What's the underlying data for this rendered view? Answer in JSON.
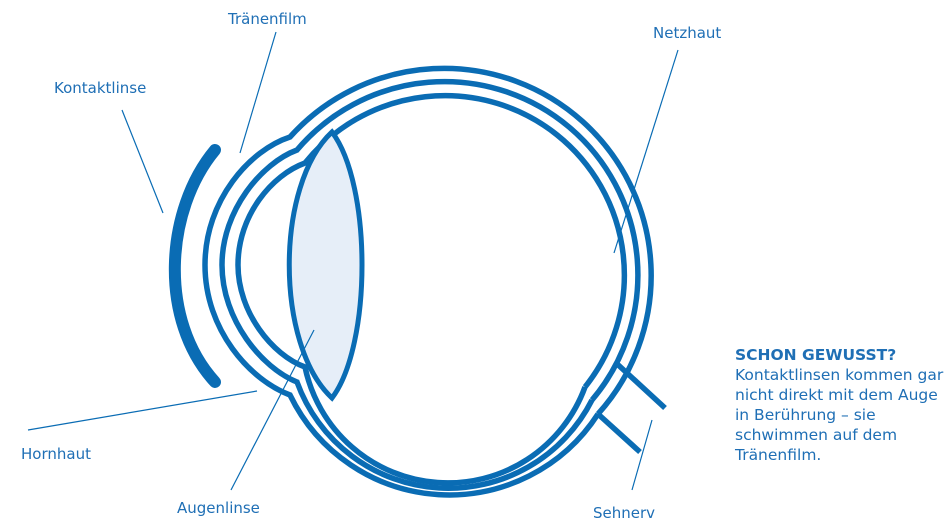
{
  "labels": {
    "traenenfilm": "Tränenfilm",
    "netzhaut": "Netzhaut",
    "kontaktlinse": "Kontaktlinse",
    "hornhaut": "Hornhaut",
    "augenlinse": "Augenlinse",
    "sehnerv": "Sehnerv"
  },
  "info": {
    "heading": "SCHON GEWUSST?",
    "text": "Kontaktlinsen kommen gar nicht direkt mit dem Auge in Berührung – sie schwimmen auf dem Tränenfilm."
  },
  "colors": {
    "stroke": "#0a6cb4",
    "lens_fill": "#e6eef8",
    "text": "#1f6fb5"
  }
}
